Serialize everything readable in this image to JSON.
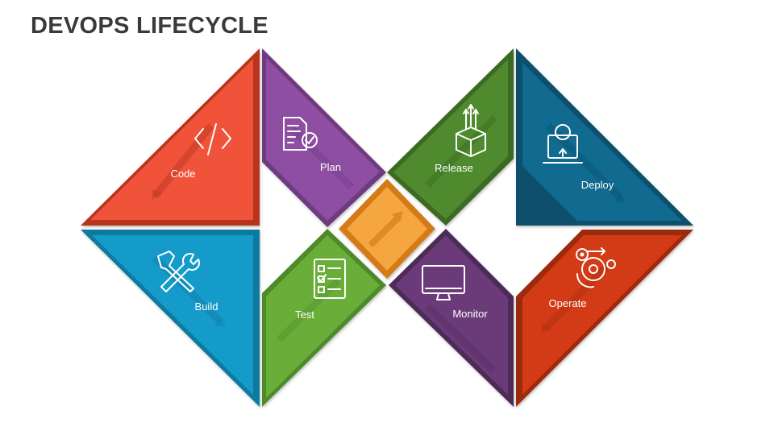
{
  "title": "DEVOPS LIFECYCLE",
  "stages": {
    "code": {
      "label": "Code",
      "color": "#f0533a",
      "icon": "code-brackets-icon"
    },
    "plan": {
      "label": "Plan",
      "color": "#8e4fa3",
      "icon": "checklist-document-icon"
    },
    "release": {
      "label": "Release",
      "color": "#4f8a2e",
      "icon": "box-upload-icon"
    },
    "deploy": {
      "label": "Deploy",
      "color": "#116a8f",
      "icon": "laptop-globe-icon"
    },
    "build": {
      "label": "Build",
      "color": "#149bc9",
      "icon": "wrench-hammer-icon"
    },
    "test": {
      "label": "Test",
      "color": "#6aae3a",
      "icon": "checklist-icon"
    },
    "monitor": {
      "label": "Monitor",
      "color": "#6b3a78",
      "icon": "monitor-icon"
    },
    "operate": {
      "label": "Operate",
      "color": "#d33a16",
      "icon": "gears-icon"
    }
  },
  "center": {
    "color": "#f5a640",
    "icon": "arrow-up-right-icon"
  }
}
